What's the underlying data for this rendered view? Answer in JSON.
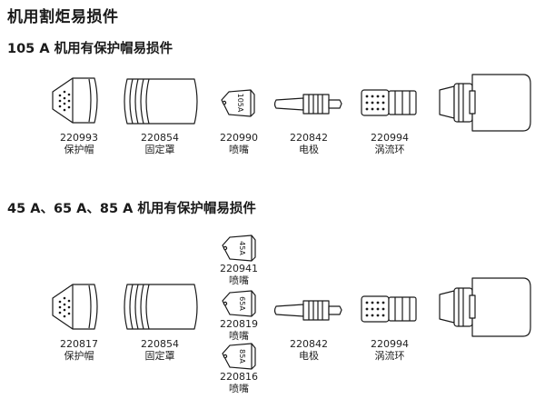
{
  "title": "机用割炬易损件",
  "section1": {
    "heading": "105 A 机用有保护帽易损件",
    "items": [
      {
        "part": "220993",
        "name": "保护帽"
      },
      {
        "part": "220854",
        "name": "固定罩"
      },
      {
        "part": "220990",
        "name": "喷嘴",
        "mark": "105A"
      },
      {
        "part": "220842",
        "name": "电极"
      },
      {
        "part": "220994",
        "name": "涡流环"
      }
    ]
  },
  "section2": {
    "heading": "45 A、65 A、85 A 机用有保护帽易损件",
    "items": [
      {
        "part": "220817",
        "name": "保护帽"
      },
      {
        "part": "220854",
        "name": "固定罩"
      },
      {
        "part": "220941",
        "name": "喷嘴",
        "mark": "45A"
      },
      {
        "part": "220819",
        "name": "喷嘴",
        "mark": "65A"
      },
      {
        "part": "220816",
        "name": "喷嘴",
        "mark": "85A"
      },
      {
        "part": "220842",
        "name": "电极"
      },
      {
        "part": "220994",
        "name": "涡流环"
      }
    ]
  }
}
